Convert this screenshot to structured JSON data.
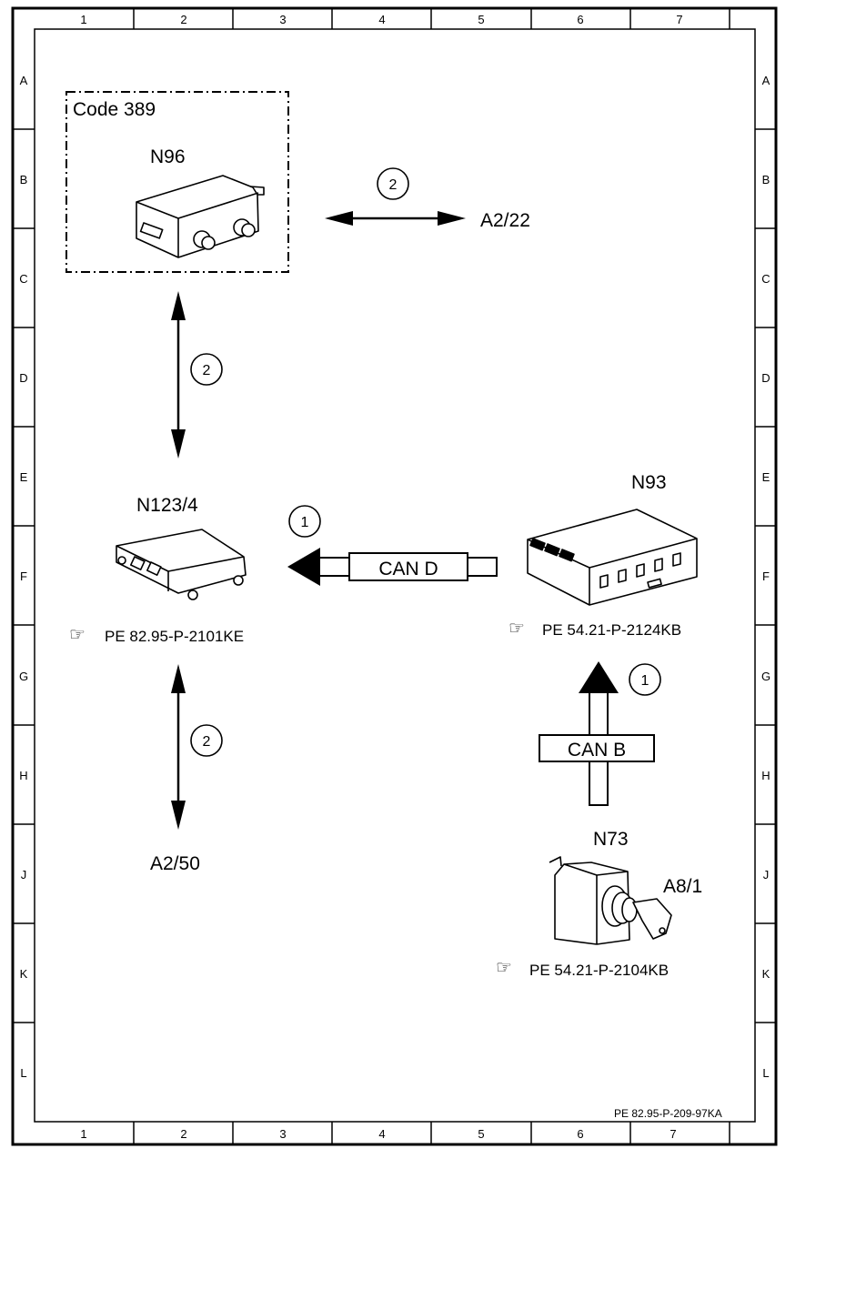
{
  "frame": {
    "columns": [
      "1",
      "2",
      "3",
      "4",
      "5",
      "6",
      "7"
    ],
    "rows": [
      "A",
      "B",
      "C",
      "D",
      "E",
      "F",
      "G",
      "H",
      "J",
      "K",
      "L"
    ],
    "doc_ref": "PE 82.95-P-209-97KA"
  },
  "option_box": {
    "label": "Code 389"
  },
  "components": {
    "n96": "N96",
    "n123_4": "N123/4",
    "n93": "N93",
    "n73": "N73",
    "a8_1": "A8/1",
    "a2_22": "A2/22",
    "a2_50": "A2/50"
  },
  "references": {
    "n123_4": "PE 82.95-P-2101KE",
    "n93": "PE 54.21-P-2124KB",
    "n73": "PE 54.21-P-2104KB"
  },
  "connections": {
    "n96_a2_22": "2",
    "n96_n123_4": "2",
    "n123_4_a2_50": "2",
    "n93_n123_4": "1",
    "n73_n93": "1"
  },
  "buses": {
    "can_d": "CAN D",
    "can_b": "CAN B"
  },
  "colors": {
    "line": "#000000",
    "background": "#ffffff"
  }
}
